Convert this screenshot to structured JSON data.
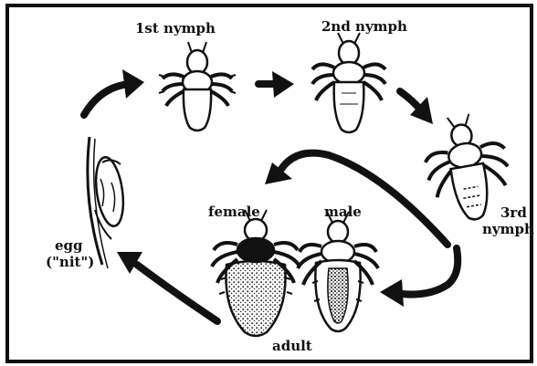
{
  "labels": {
    "first_nymph": "1st nymph",
    "second_nymph": "2nd nymph",
    "third_nymph_line1": "3rd",
    "third_nymph_line2": "nymph",
    "female": "female",
    "male": "male",
    "adult": "adult",
    "egg_line1": "egg",
    "egg_line2": "(\"nit\")"
  },
  "colors": {
    "ink": "#111111",
    "background": "#ffffff"
  }
}
